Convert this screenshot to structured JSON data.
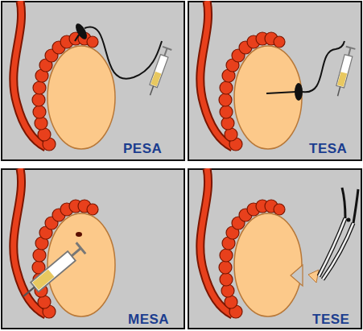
{
  "diagram": {
    "nodes": [
      {
        "text": [
          "PESA"
        ]
      },
      {
        "text": [
          "TESA"
        ]
      },
      {
        "text": [
          "MESA"
        ]
      },
      {
        "text": [
          "TESE"
        ]
      }
    ]
  }
}
